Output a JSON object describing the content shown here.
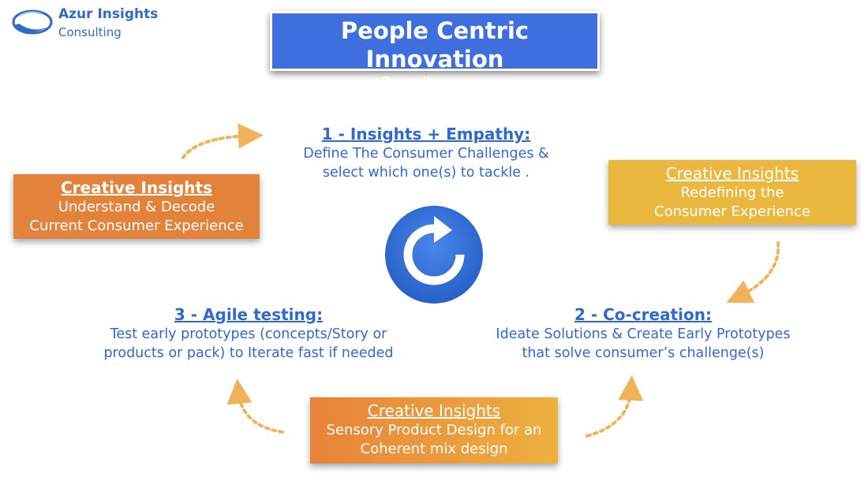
{
  "logo": {
    "line1": "Azur Insights",
    "line2": "Consulting"
  },
  "title": {
    "main": "People Centric Innovation",
    "sub": "Overall process"
  },
  "steps": [
    {
      "heading": "1 - Insights + Empathy:",
      "line1": "Define The Consumer Challenges &",
      "line2": "select which one(s) to tackle ."
    },
    {
      "heading": "2 - Co-creation:",
      "line1": "Ideate Solutions & Create Early Prototypes",
      "line2": "that solve consumer’s challenge(s)"
    },
    {
      "heading": "3 - Agile testing:",
      "line1": "Test early prototypes (concepts/Story or",
      "line2": "products or pack) to Iterate fast if needed"
    }
  ],
  "creative_boxes": {
    "left": {
      "heading": "Creative Insights",
      "line1": "Understand & Decode",
      "line2": "Current Consumer Experience"
    },
    "right": {
      "heading": "Creative Insights",
      "line1": "Redefining the",
      "line2": "Consumer Experience"
    },
    "bottom": {
      "heading": "Creative Insights",
      "line1": "Sensory Product Design for an",
      "line2": "Coherent mix design"
    }
  },
  "colors": {
    "title_bg": "#3f6fde",
    "step_text": "#2e6ad0",
    "orange": "#e3823b",
    "yellow": "#ebb83f",
    "cycle_blue": "#2f6fd8",
    "arrow": "#f0b35a"
  }
}
